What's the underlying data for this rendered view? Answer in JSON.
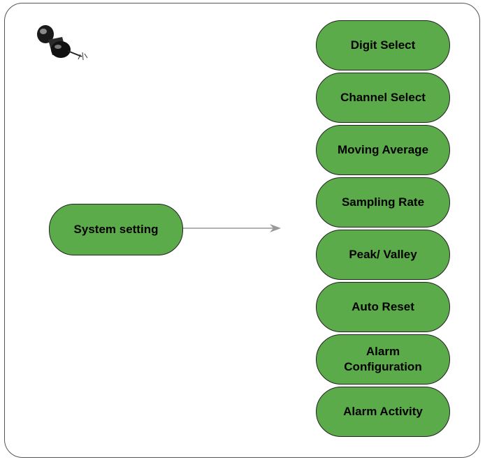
{
  "diagram": {
    "root": {
      "label": "System setting"
    },
    "options": [
      {
        "label": "Digit Select"
      },
      {
        "label": "Channel Select"
      },
      {
        "label": "Moving Average"
      },
      {
        "label": "Sampling Rate"
      },
      {
        "label": "Peak/ Valley"
      },
      {
        "label": "Auto Reset"
      },
      {
        "label": "Alarm\nConfiguration"
      },
      {
        "label": "Alarm Activity"
      }
    ],
    "icon": "pushpin-icon",
    "colors": {
      "node_fill": "#5cab4a",
      "node_border": "#222222",
      "arrow": "#999999",
      "frame_border": "#555555"
    }
  }
}
